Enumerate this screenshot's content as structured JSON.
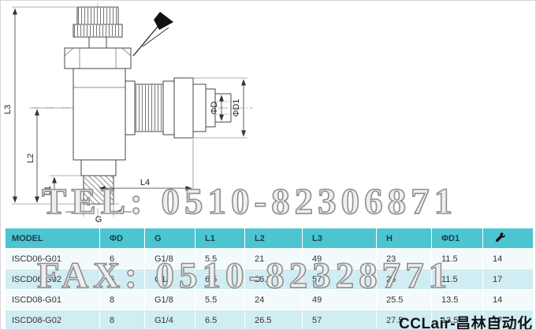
{
  "watermarks": {
    "tel": "TEL: 0510-82306871",
    "fax": "FAX: 0510-82328771",
    "brand": "CCLair-昌林自动化"
  },
  "drawing": {
    "dim_labels": {
      "L1": "L1",
      "L2": "L2",
      "L3": "L3",
      "L4": "L4",
      "G": "G",
      "phiD": "ΦD",
      "phiD1": "ΦD1"
    },
    "icons": {
      "manual_adjust": "manual-adjust-flag-icon"
    }
  },
  "table": {
    "headers": {
      "model": "MODEL",
      "phiD": "ΦD",
      "g": "G",
      "l1": "L1",
      "l2": "L2",
      "l3": "L3",
      "h": "H",
      "phiD1": "ΦD1"
    },
    "header_icon": "wrench-icon",
    "rows": [
      {
        "model": "ISCD06-G01",
        "phiD": "6",
        "g": "G1/8",
        "l1": "5.5",
        "l2": "21",
        "l3": "49",
        "h": "23",
        "phiD1": "11.5",
        "wrench": "14"
      },
      {
        "model": "ISCD06-G02",
        "phiD": "6",
        "g": "G1/4",
        "l1": "6.5",
        "l2": "26.5",
        "l3": "57",
        "h": "25",
        "phiD1": "11.5",
        "wrench": "17"
      },
      {
        "model": "ISCD08-G01",
        "phiD": "8",
        "g": "G1/8",
        "l1": "5.5",
        "l2": "24",
        "l3": "49",
        "h": "25.5",
        "phiD1": "13.5",
        "wrench": "14"
      },
      {
        "model": "ISCD08-G02",
        "phiD": "8",
        "g": "G1/4",
        "l1": "6.5",
        "l2": "26.5",
        "l3": "57",
        "h": "27.5",
        "phiD1": "13.5",
        "wrench": "17"
      }
    ]
  },
  "colors": {
    "header_bg": "#4cc5d1",
    "row_alt_bg": "#d0edf3",
    "watermark": "#8f8f8f"
  }
}
